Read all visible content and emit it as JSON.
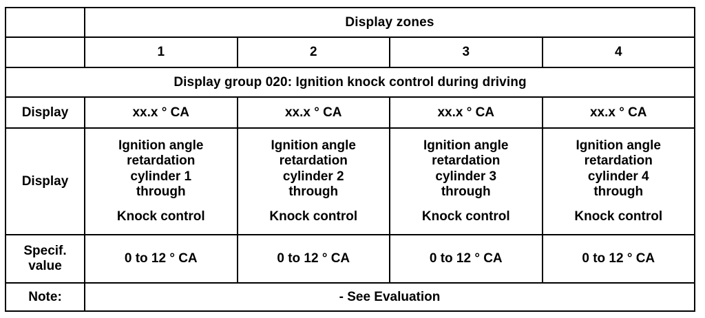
{
  "table": {
    "zones_header": "Display zones",
    "zone_numbers": [
      "1",
      "2",
      "3",
      "4"
    ],
    "group_title": "Display group 020: Ignition knock control during driving",
    "rows": [
      {
        "label": "Display",
        "values": [
          "xx.x ° CA",
          "xx.x ° CA",
          "xx.x ° CA",
          "xx.x ° CA"
        ]
      },
      {
        "label": "Display",
        "descriptions": [
          {
            "line1": "Ignition angle",
            "line2": "retardation",
            "line3": "cylinder 1",
            "line4": "through",
            "line5": "Knock control"
          },
          {
            "line1": "Ignition angle",
            "line2": "retardation",
            "line3": "cylinder 2",
            "line4": "through",
            "line5": "Knock control"
          },
          {
            "line1": "Ignition angle",
            "line2": "retardation",
            "line3": "cylinder 3",
            "line4": "through",
            "line5": "Knock control"
          },
          {
            "line1": "Ignition angle",
            "line2": "retardation",
            "line3": "cylinder 4",
            "line4": "through",
            "line5": "Knock control"
          }
        ]
      },
      {
        "label_line1": "Specif.",
        "label_line2": "value",
        "values": [
          "0 to 12 ° CA",
          "0 to 12 ° CA",
          "0 to 12 ° CA",
          "0 to 12 ° CA"
        ]
      },
      {
        "label": "Note:",
        "value": "- See Evaluation"
      }
    ]
  },
  "colors": {
    "border": "#000000",
    "text": "#000000",
    "background": "#ffffff"
  }
}
